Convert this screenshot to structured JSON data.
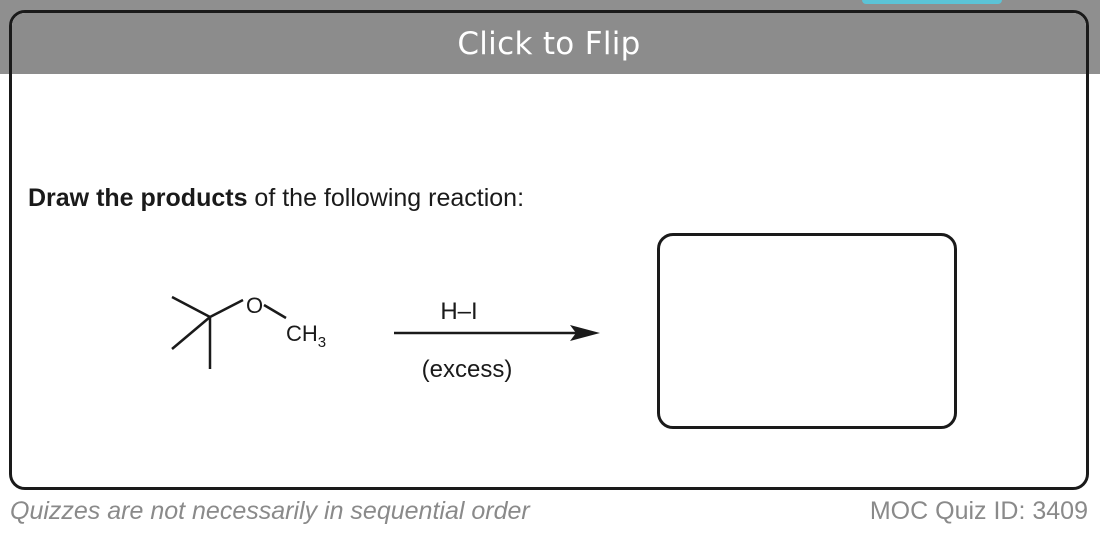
{
  "banner": {
    "flip_label": "Click to Flip"
  },
  "question": {
    "prompt_bold": "Draw the products",
    "prompt_rest": " of the following reaction:"
  },
  "molecule": {
    "oxygen_label": "O",
    "methyl_label": "CH",
    "methyl_subscript": "3"
  },
  "reaction": {
    "reagent_above": "H–I",
    "reagent_below": "(excess)"
  },
  "footer": {
    "note": "Quizzes are not necessarily in sequential order",
    "quiz_id": "MOC Quiz ID: 3409"
  },
  "colors": {
    "banner_bg": "#8c8c8c",
    "accent": "#5cc3d6",
    "ink": "#1a1a1a",
    "footer_text": "#8a8a8a"
  }
}
